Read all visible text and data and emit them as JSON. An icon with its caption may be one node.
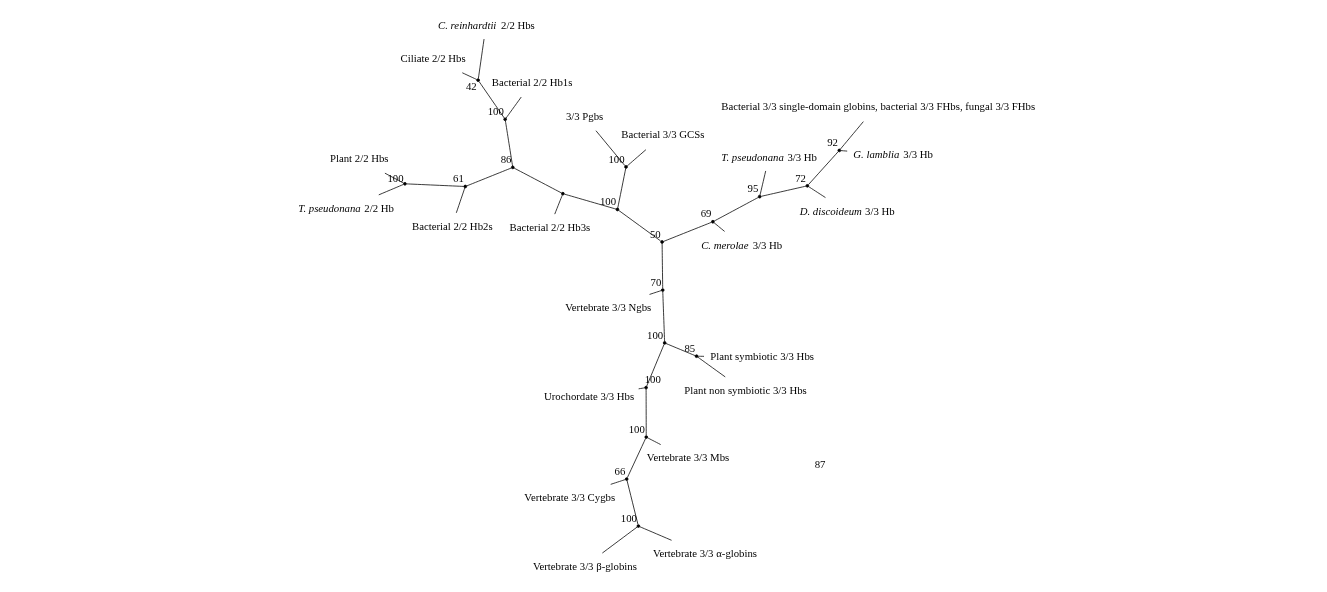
{
  "diagram": {
    "nodes": [
      {
        "text": [
          "Bacterial 3/3 single-domain globins, bacterial 3/3 FHbs, fungal 3/3 FHbs"
        ]
      },
      {
        "text": [
          "*G. lamblia* 3/3 Hb"
        ]
      },
      {
        "text": [
          "*D. discoideum* 3/3 Hb"
        ]
      },
      {
        "text": [
          "*T. pseudonana* 3/3 Hb"
        ]
      },
      {
        "text": [
          "*C. merolae* 3/3 Hb"
        ]
      },
      {
        "text": [
          "Vertebrate 3/3 Ngbs"
        ]
      },
      {
        "text": [
          "Urochordate 3/3 Hbs"
        ]
      },
      {
        "text": [
          "Vertebrate 3/3 Mbs"
        ]
      },
      {
        "text": [
          "Vertebrate 3/3 Cygbs"
        ]
      },
      {
        "text": [
          "Vertebrate 3/3 α-globins"
        ]
      },
      {
        "text": [
          "Vertebrate 3/3 β-globins"
        ]
      },
      {
        "text": [
          "Plant non symbiotic 3/3 Hbs"
        ]
      },
      {
        "text": [
          "Plant symbiotic 3/3 Hbs"
        ]
      },
      {
        "text": [
          "Bacterial 3/3 GCSs"
        ]
      },
      {
        "text": [
          "3/3 Pgbs"
        ]
      },
      {
        "text": [
          "Bacterial 2/2 Hb3s"
        ]
      },
      {
        "text": [
          "Bacterial 2/2 Hb2s"
        ]
      },
      {
        "text": [
          "Plant 2/2 Hbs"
        ]
      },
      {
        "text": [
          "*T. pseudonana* 2/2 Hb"
        ]
      },
      {
        "text": [
          "Bacterial 2/2 Hb1s"
        ]
      },
      {
        "text": [
          "Ciliate 2/2 Hbs"
        ]
      },
      {
        "text": [
          "*C. reinhardtii* 2/2 Hbs"
        ]
      },
      {
        "text": [],
        "shape": "point",
        "beside": [
          "92"
        ]
      },
      {
        "text": [],
        "shape": "point",
        "beside": [
          "72"
        ]
      },
      {
        "text": [],
        "shape": "point",
        "beside": [
          "95"
        ]
      },
      {
        "text": [],
        "shape": "point",
        "beside": [
          "69"
        ]
      },
      {
        "text": [],
        "shape": "point",
        "beside": [
          "50"
        ]
      },
      {
        "text": [],
        "shape": "point",
        "beside": [
          "70"
        ]
      },
      {
        "text": [],
        "shape": "point",
        "beside": [
          "100"
        ]
      },
      {
        "text": [],
        "shape": "point",
        "beside": [
          "85"
        ]
      },
      {
        "text": [],
        "shape": "point",
        "beside": [
          "100"
        ]
      },
      {
        "text": [],
        "shape": "point",
        "beside": [
          "100"
        ]
      },
      {
        "text": [],
        "shape": "point",
        "beside": [
          "66"
        ]
      },
      {
        "text": [],
        "shape": "point",
        "beside": [
          "100"
        ]
      },
      {
        "text": [],
        "shape": "point",
        "beside": [
          "100"
        ]
      },
      {
        "text": [],
        "shape": "point",
        "beside": [
          "100"
        ]
      },
      {
        "text": [],
        "shape": "point"
      },
      {
        "text": [],
        "shape": "point",
        "beside": [
          "86"
        ]
      },
      {
        "text": [],
        "shape": "point",
        "beside": [
          "61"
        ]
      },
      {
        "text": [],
        "shape": "point",
        "beside": [
          "100"
        ]
      },
      {
        "text": [],
        "shape": "point",
        "beside": [
          "100"
        ]
      },
      {
        "text": [],
        "shape": "point",
        "beside": [
          "42"
        ]
      }
    ],
    "edges": [
      {
        "from": 22,
        "to": 0,
        "arrow": "none"
      },
      {
        "from": 22,
        "to": 1,
        "arrow": "none"
      },
      {
        "from": 22,
        "to": 23,
        "arrow": "none"
      },
      {
        "from": 23,
        "to": 2,
        "arrow": "none"
      },
      {
        "from": 23,
        "to": 24,
        "arrow": "none"
      },
      {
        "from": 24,
        "to": 3,
        "arrow": "none"
      },
      {
        "from": 24,
        "to": 25,
        "arrow": "none"
      },
      {
        "from": 25,
        "to": 4,
        "arrow": "none"
      },
      {
        "from": 25,
        "to": 26,
        "arrow": "none"
      },
      {
        "from": 26,
        "to": 27,
        "arrow": "none"
      },
      {
        "from": 27,
        "to": 5,
        "arrow": "none"
      },
      {
        "from": 27,
        "to": 28,
        "arrow": "none"
      },
      {
        "from": 28,
        "to": 29,
        "arrow": "none"
      },
      {
        "from": 29,
        "to": 11,
        "arrow": "none"
      },
      {
        "from": 29,
        "to": 12,
        "arrow": "none"
      },
      {
        "from": 28,
        "to": 30,
        "arrow": "none"
      },
      {
        "from": 30,
        "to": 6,
        "arrow": "none"
      },
      {
        "from": 30,
        "to": 31,
        "arrow": "none"
      },
      {
        "from": 31,
        "to": 7,
        "arrow": "none"
      },
      {
        "from": 31,
        "to": 32,
        "arrow": "none"
      },
      {
        "from": 32,
        "to": 8,
        "arrow": "none"
      },
      {
        "from": 32,
        "to": 33,
        "arrow": "none"
      },
      {
        "from": 33,
        "to": 9,
        "arrow": "none"
      },
      {
        "from": 33,
        "to": 10,
        "arrow": "none"
      },
      {
        "from": 26,
        "to": 34,
        "arrow": "none"
      },
      {
        "from": 34,
        "to": 35,
        "arrow": "none"
      },
      {
        "from": 35,
        "to": 13,
        "arrow": "none"
      },
      {
        "from": 35,
        "to": 14,
        "arrow": "none"
      },
      {
        "from": 34,
        "to": 36,
        "arrow": "none"
      },
      {
        "from": 36,
        "to": 15,
        "arrow": "none"
      },
      {
        "from": 36,
        "to": 37,
        "arrow": "none"
      },
      {
        "from": 37,
        "to": 38,
        "arrow": "none"
      },
      {
        "from": 38,
        "to": 16,
        "arrow": "none"
      },
      {
        "from": 38,
        "to": 39,
        "arrow": "none"
      },
      {
        "from": 39,
        "to": 17,
        "arrow": "none"
      },
      {
        "from": 39,
        "to": 18,
        "arrow": "none"
      },
      {
        "from": 37,
        "to": 40,
        "arrow": "none"
      },
      {
        "from": 40,
        "to": 19,
        "arrow": "none"
      },
      {
        "from": 40,
        "to": 41,
        "arrow": "none"
      },
      {
        "from": 41,
        "to": 20,
        "arrow": "none"
      },
      {
        "from": 41,
        "to": 21,
        "arrow": "none"
      }
    ],
    "labels": [
      "87"
    ]
  }
}
